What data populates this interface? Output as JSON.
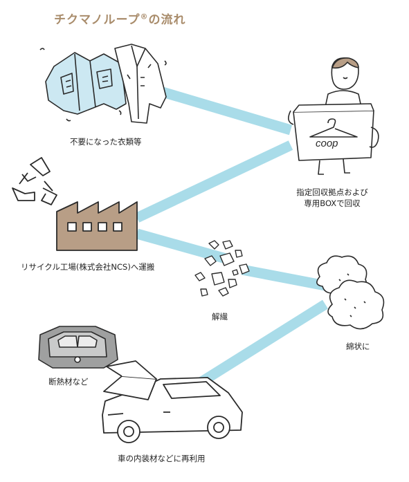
{
  "title": {
    "text": "チクマノループ",
    "mark": "®",
    "suffix": "の流れ"
  },
  "steps": [
    {
      "id": "clothes",
      "label": "不要になった衣類等"
    },
    {
      "id": "collect",
      "label_line1": "指定回収拠点および",
      "label_line2": "専用BOXで回収"
    },
    {
      "id": "factory",
      "label": "リサイクル工場(株式会社NCS)へ運搬"
    },
    {
      "id": "shred",
      "label": "解繊"
    },
    {
      "id": "cotton",
      "label": "綿状に"
    },
    {
      "id": "insulation",
      "label": "断熱材など"
    },
    {
      "id": "car",
      "label": "車の内装材などに再利用"
    }
  ],
  "box_logo": "coop",
  "colors": {
    "path": "#a9dce9",
    "title": "#a98c6b",
    "jacket": "#cce8f2",
    "factory": "#b89e86",
    "stroke": "#2a2a2a"
  }
}
